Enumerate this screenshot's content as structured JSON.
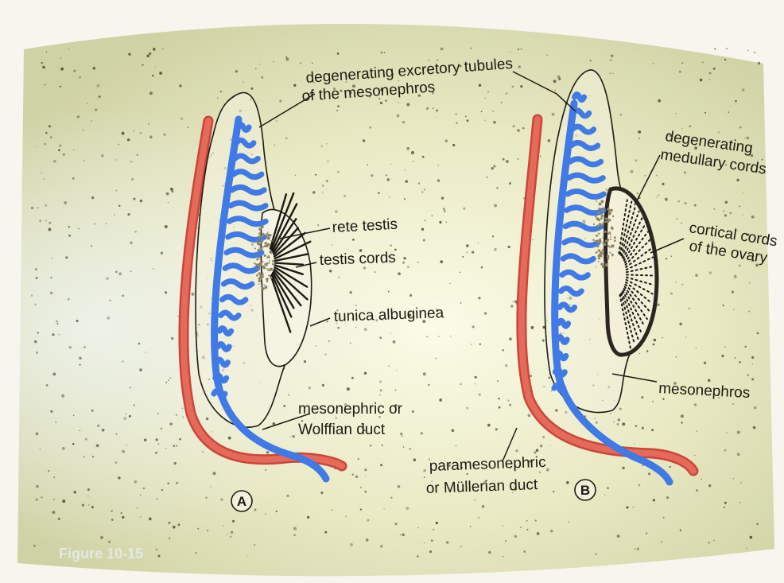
{
  "colors": {
    "background": "#dfe0b6",
    "paper_edge": "#f4f2e6",
    "red_duct": "#e15a4c",
    "blue_duct": "#3f7ae6",
    "ink": "#1b1b14",
    "fig_label": "#e6ecef"
  },
  "labels": {
    "excretory_tubules_1": "degenerating excretory tubules",
    "excretory_tubules_2": "of the mesonephros",
    "rete_testis": "rete testis",
    "testis_cords": "testis cords",
    "tunica_albuginea": "tunica albuginea",
    "mesonephric_1": "mesonephric or",
    "mesonephric_2": "Wolffian duct",
    "medullary_1": "degenerating",
    "medullary_2": "medullary cords",
    "cortical_1": "cortical cords",
    "cortical_2": "of the ovary",
    "mesonephros": "mesonephros",
    "paramesonephric_1": "paramesonephric",
    "paramesonephric_2": "or Müllerian duct"
  },
  "panels": {
    "a": "A",
    "b": "B"
  },
  "figure_label": "Figure 10-15"
}
